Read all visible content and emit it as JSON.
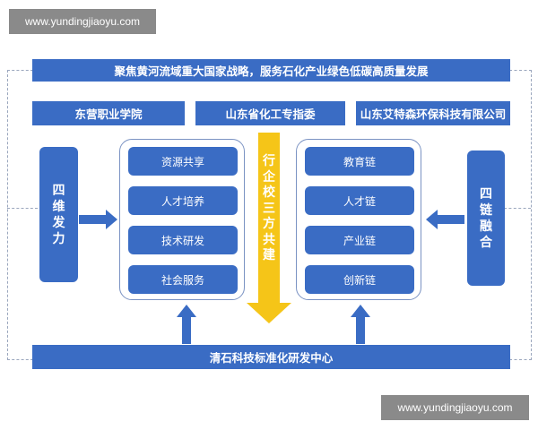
{
  "watermark": {
    "top_text": "www.yundingjiaoyu.com",
    "bottom_text": "www.yundingjiaoyu.com"
  },
  "banner": {
    "title": "聚焦黄河流域重大国家战略，服务石化产业绿色低碳高质量发展"
  },
  "partners": [
    "东营职业学院",
    "山东省化工专指委",
    "山东艾特森环保科技有限公司"
  ],
  "left_label": "四维发力",
  "right_label": "四链融合",
  "center_label": "行企校三方共建",
  "left_group": [
    "资源共享",
    "人才培养",
    "技术研发",
    "社会服务"
  ],
  "right_group": [
    "教育链",
    "人才链",
    "产业链",
    "创新链"
  ],
  "bottom": {
    "center_name": "清石科技标准化研发中心"
  },
  "colors": {
    "primary": "#3a6cc4",
    "accent_arrow": "#f5c518",
    "group_border": "#7b93c3"
  }
}
